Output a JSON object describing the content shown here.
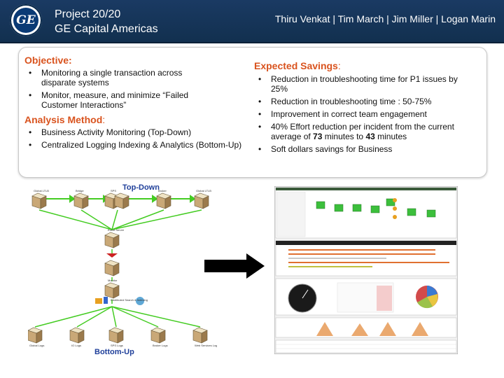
{
  "header": {
    "logo_text": "GE",
    "title_line1": "Project 20/20",
    "title_line2": "GE Capital Americas",
    "authors": "Thiru Venkat | Tim March | Jim Miller | Logan Marin"
  },
  "objective": {
    "heading": "Objective:",
    "items": [
      "Monitoring a single transaction across disparate systems",
      "Monitor, measure, and minimize “Failed Customer Interactions”"
    ]
  },
  "analysis": {
    "heading": "Analysis Method",
    "colon": ":",
    "items": [
      "Business Activity Monitoring (Top-Down)",
      "Centralized Logging Indexing & Analytics (Bottom-Up)"
    ]
  },
  "savings": {
    "heading": "Expected Savings",
    "colon": ":",
    "item1": "Reduction in troubleshooting time for P1 issues by 25%",
    "item2": "Reduction in troubleshooting time : 50-75%",
    "item3": "Improvement in correct team engagement",
    "item4_pre": "40% Effort reduction per incident from the current average of ",
    "item4_num1": "73",
    "item4_mid": " minutes to ",
    "item4_num2": "43",
    "item4_post": " minutes",
    "item5": "Soft dollars savings for Business"
  },
  "diagram": {
    "top_label": "Top-Down",
    "bottom_label": "Bottom-Up"
  },
  "colors": {
    "header_bg": "#12304f",
    "heading_orange": "#d9531e",
    "diagram_blue": "#1f3f9a",
    "diagram_green": "#44cc22"
  }
}
